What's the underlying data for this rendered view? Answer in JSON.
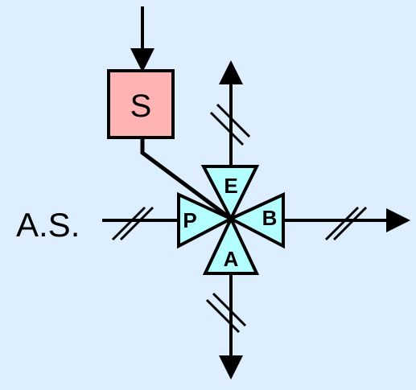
{
  "diagram": {
    "supply_label": "S",
    "input_label": "A.S.",
    "port_top": "E",
    "port_left": "P",
    "port_right": "B",
    "port_bottom": "A",
    "colors": {
      "background": "#ddeeff",
      "supply_fill": "#ffb3b3",
      "port_fill": "#b3ffff",
      "stroke": "#000000"
    }
  }
}
